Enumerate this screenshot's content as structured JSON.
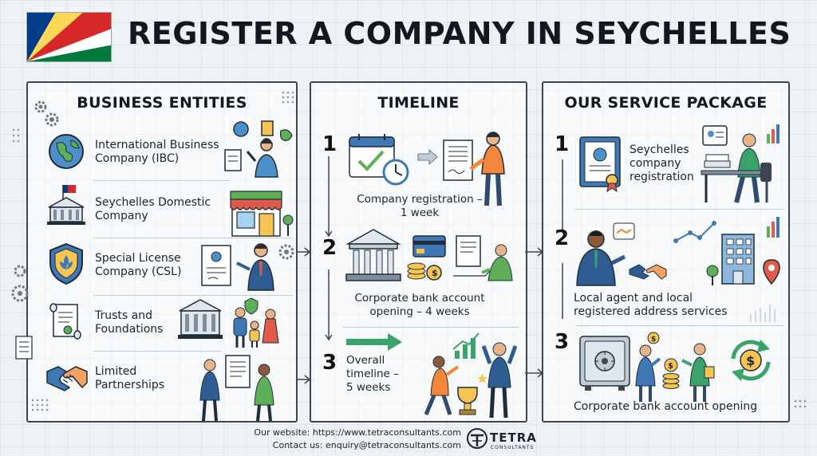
{
  "header": {
    "title": "REGISTER A COMPANY IN SEYCHELLES",
    "flag_colors": [
      "#003d88",
      "#fcd856",
      "#d62828",
      "#ffffff",
      "#007a3d"
    ]
  },
  "business_entities": {
    "title": "BUSINESS ENTITIES",
    "items": [
      {
        "label_line1": "International Business",
        "label_line2": "Company (IBC)",
        "icon": "globe-icon"
      },
      {
        "label_line1": "Seychelles Domestic",
        "label_line2": "Company",
        "icon": "government-building-icon"
      },
      {
        "label_line1": "Special License",
        "label_line2": "Company (CSL)",
        "icon": "shield-icon"
      },
      {
        "label_line1": "Trusts and",
        "label_line2": "Foundations",
        "icon": "scroll-icon"
      },
      {
        "label_line1": "Limited",
        "label_line2": "Partnerships",
        "icon": "handshake-icon"
      }
    ]
  },
  "timeline": {
    "title": "TIMELINE",
    "steps": [
      {
        "number": "1",
        "label_line1": "Company registration –",
        "label_line2": "1 week"
      },
      {
        "number": "2",
        "label_line1": "Corporate bank account",
        "label_line2": "opening – 4 weeks"
      },
      {
        "number": "3",
        "label_line1": "Overall",
        "label_line2": "timeline –",
        "label_line3": "5 weeks"
      }
    ]
  },
  "service_package": {
    "title": "OUR SERVICE PACKAGE",
    "items": [
      {
        "number": "1",
        "label_line1": "Seychelles",
        "label_line2": "company",
        "label_line3": "registration"
      },
      {
        "number": "2",
        "label_line1": "Local agent and local",
        "label_line2": "registered address services"
      },
      {
        "number": "3",
        "label_line1": "Corporate bank account opening"
      }
    ]
  },
  "footer": {
    "website": "Our website: https://www.tetraconsultants.com",
    "contact": "Contact us: enquiry@tetraconsultants.com",
    "brand": "TETRA",
    "brand_sub": "CONSULTANTS"
  }
}
